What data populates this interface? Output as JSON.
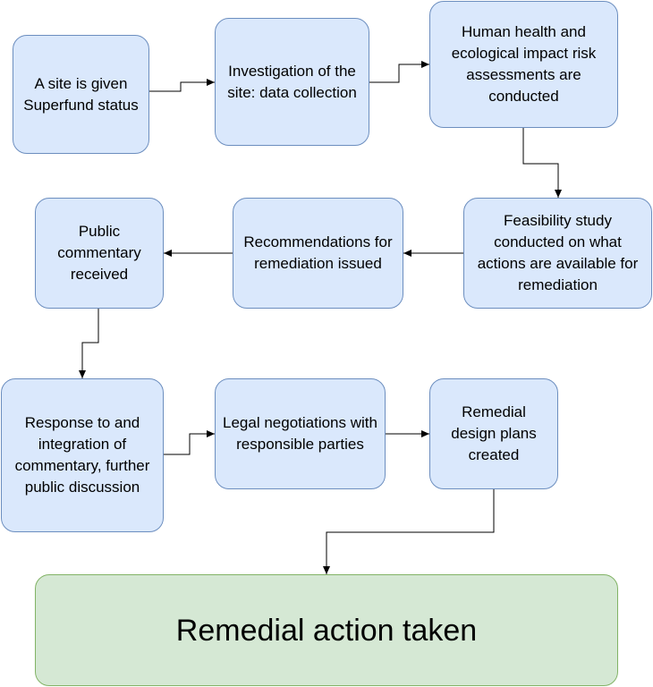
{
  "diagram": {
    "nodes": [
      {
        "id": "n1",
        "label": "A site is given Superfund status"
      },
      {
        "id": "n2",
        "label": "Investigation of the site: data collection"
      },
      {
        "id": "n3",
        "label": "Human health and ecological impact risk assessments are conducted"
      },
      {
        "id": "n4",
        "label": "Feasibility study conducted on what actions are available for remediation"
      },
      {
        "id": "n5",
        "label": "Recommendations for remediation issued"
      },
      {
        "id": "n6",
        "label": "Public commentary received"
      },
      {
        "id": "n7",
        "label": "Response to and integration of commentary, further public discussion"
      },
      {
        "id": "n8",
        "label": "Legal negotiations with responsible parties"
      },
      {
        "id": "n9",
        "label": "Remedial design plans created"
      },
      {
        "id": "n10",
        "label": "Remedial action taken"
      }
    ],
    "edges": [
      {
        "from": "n1",
        "to": "n2"
      },
      {
        "from": "n2",
        "to": "n3"
      },
      {
        "from": "n3",
        "to": "n4"
      },
      {
        "from": "n4",
        "to": "n5"
      },
      {
        "from": "n5",
        "to": "n6"
      },
      {
        "from": "n6",
        "to": "n7"
      },
      {
        "from": "n7",
        "to": "n8"
      },
      {
        "from": "n8",
        "to": "n9"
      },
      {
        "from": "n9",
        "to": "n10"
      }
    ],
    "colors": {
      "node_fill": "#dae8fc",
      "node_stroke": "#6c8ebf",
      "final_fill": "#d5e8d4",
      "final_stroke": "#82b366",
      "edge": "#000000"
    }
  }
}
